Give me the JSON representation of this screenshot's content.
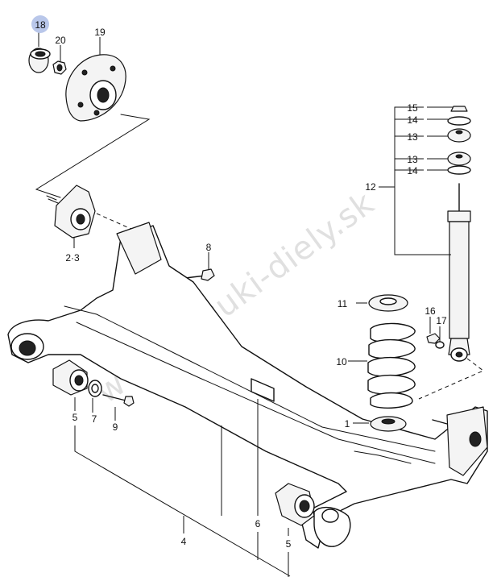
{
  "watermark": "www.suzuki-diely.sk",
  "highlighted_label_color": "#b9c7ea",
  "labels": {
    "p18": "18",
    "p20": "20",
    "p19": "19",
    "p2_3": "2·3",
    "p8": "8",
    "p15": "15",
    "p14a": "14",
    "p13a": "13",
    "p13b": "13",
    "p14b": "14",
    "p12": "12",
    "p11": "11",
    "p16": "16",
    "p17": "17",
    "p10": "10",
    "p1": "1",
    "p5a": "5",
    "p7": "7",
    "p9": "9",
    "p4": "4",
    "p6": "6",
    "p5b": "5"
  }
}
